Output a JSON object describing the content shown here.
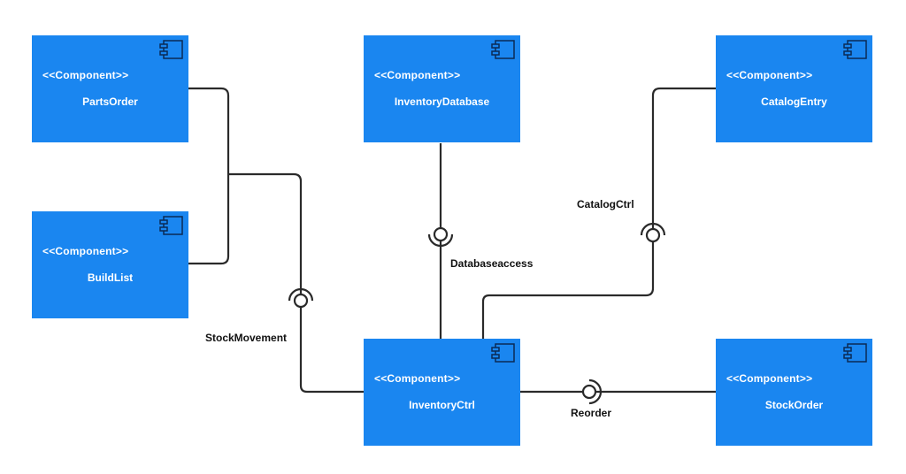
{
  "diagram": {
    "components": [
      {
        "id": "partsorder",
        "stereotype": "<<Component>>",
        "name": "PartsOrder"
      },
      {
        "id": "buildlist",
        "stereotype": "<<Component>>",
        "name": "BuildList"
      },
      {
        "id": "inventorydatabase",
        "stereotype": "<<Component>>",
        "name": "InventoryDatabase"
      },
      {
        "id": "catalogentry",
        "stereotype": "<<Component>>",
        "name": "CatalogEntry"
      },
      {
        "id": "inventoryctrl",
        "stereotype": "<<Component>>",
        "name": "InventoryCtrl"
      },
      {
        "id": "stockorder",
        "stereotype": "<<Component>>",
        "name": "StockOrder"
      }
    ],
    "interfaces": [
      {
        "id": "stockmovement",
        "label": "StockMovement"
      },
      {
        "id": "databaseaccess",
        "label": "Databaseaccess"
      },
      {
        "id": "catalogctrl",
        "label": "CatalogCtrl"
      },
      {
        "id": "reorder",
        "label": "Reorder"
      }
    ],
    "colors": {
      "component_fill": "#1a86f0",
      "connector": "#222222",
      "text_on_component": "#ffffff"
    }
  }
}
